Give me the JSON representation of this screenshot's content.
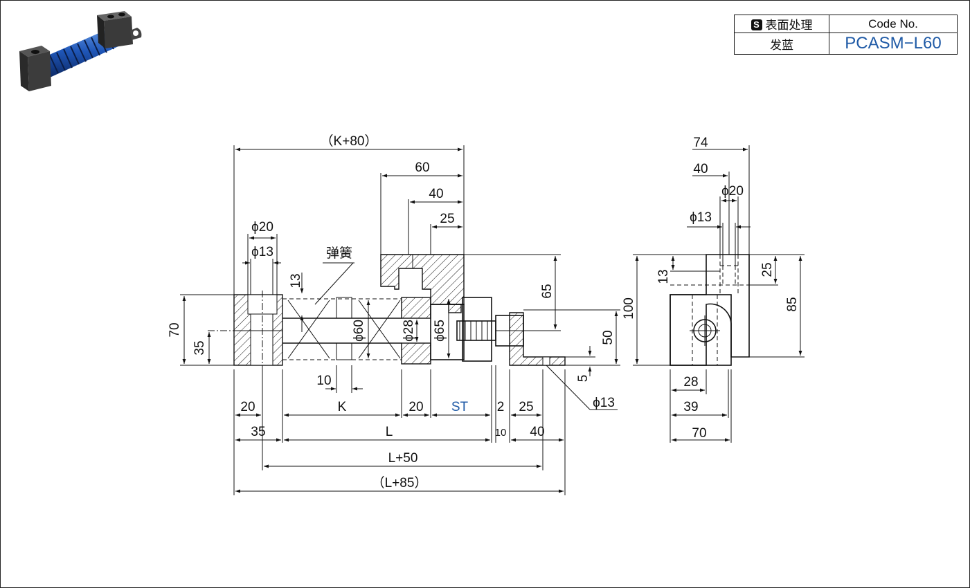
{
  "spec_table": {
    "surface_treatment_label": "表面处理",
    "surface_treatment_badge": "S",
    "code_header": "Code No.",
    "surface_treatment_value": "发蓝",
    "code_value": "PCASM−L60"
  },
  "callouts": {
    "spring": "弹簧"
  },
  "front_view": {
    "dim_k80": "（K+80）",
    "dim_60": "60",
    "dim_40": "40",
    "dim_25": "25",
    "dim_phi20": "ϕ20",
    "dim_phi13": "ϕ13",
    "dim_13": "13",
    "dim_70": "70",
    "dim_35_vert": "35",
    "dim_phi60": "ϕ60",
    "dim_phi28": "ϕ28",
    "dim_phi65": "ϕ65",
    "dim_65": "65",
    "dim_50": "50",
    "dim_5": "5",
    "dim_phi13_hole": "ϕ13",
    "dim_10": "10",
    "dim_20_a": "20",
    "dim_K": "K",
    "dim_20_b": "20",
    "dim_ST": "ST",
    "dim_2": "2",
    "dim_25_b": "25",
    "dim_35": "35",
    "dim_L": "L",
    "dim_10_b": "10",
    "dim_40_b": "40",
    "dim_L50": "L+50",
    "dim_L85": "（L+85）"
  },
  "side_view": {
    "dim_74": "74",
    "dim_40": "40",
    "dim_phi20": "ϕ20",
    "dim_phi13": "ϕ13",
    "dim_100": "100",
    "dim_13": "13",
    "dim_25": "25",
    "dim_85": "85",
    "dim_28": "28",
    "dim_39": "39",
    "dim_70": "70"
  }
}
